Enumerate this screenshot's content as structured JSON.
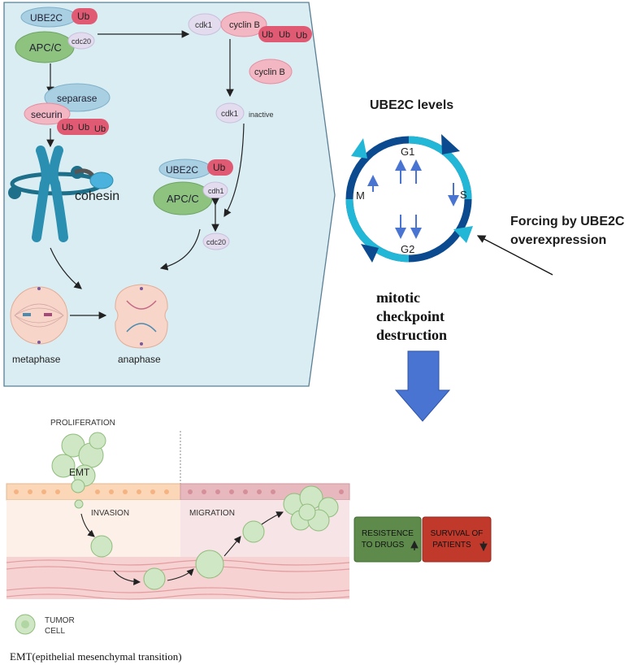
{
  "top_panel": {
    "ube2c": "UBE2C",
    "ub": "Ub",
    "apcc": "APC/C",
    "cdc20": "cdc20",
    "cdh1": "cdh1",
    "cdk1": "cdk1",
    "cyclin_b": "cyclin B",
    "inactive": "inactive",
    "separase": "separase",
    "securin": "securin",
    "cohesin": "cohesin",
    "metaphase": "metaphase",
    "anaphase": "anaphase"
  },
  "cycle": {
    "title": "UBE2C levels",
    "g1": "G1",
    "s": "S",
    "g2": "G2",
    "m": "M",
    "forcing_line1": "Forcing by UBE2C",
    "forcing_line2": "overexpression"
  },
  "checkpoint": {
    "line1": "mitotic",
    "line2": "checkpoint",
    "line3": "destruction"
  },
  "tissue": {
    "proliferation": "PROLIFERATION",
    "emt": "EMT",
    "invasion": "INVASION",
    "migration": "MIGRATION",
    "tumor_cell_line1": "TUMOR",
    "tumor_cell_line2": "CELL"
  },
  "outcomes": {
    "resistance_line1": "RESISTENCE",
    "resistance_line2": "TO DRUGS",
    "survival_line1": "SURVIVAL OF",
    "survival_line2": "PATIENTS"
  },
  "caption": "EMT(epithelial mesenchymal transition)",
  "colors": {
    "panel_bg": "#d9edf3",
    "ub_red": "#e05a73",
    "apc_green": "#8dc37f",
    "ube2c_blue": "#a9cfe3",
    "cycle_dark": "#0b4a8f",
    "cycle_light": "#22b7d6",
    "arrow_blue": "#4a74d1",
    "resistance_green": "#5e8a4c",
    "survival_red": "#c0392b"
  }
}
